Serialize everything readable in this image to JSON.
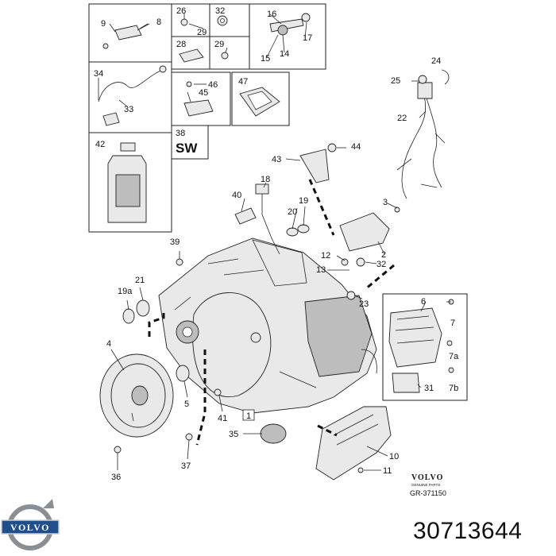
{
  "diagram": {
    "labels": {
      "p1": "1",
      "p2": "2",
      "p3": "3",
      "p4": "4",
      "p5": "5",
      "p6": "6",
      "p7": "7",
      "p7a": "7a",
      "p7b": "7b",
      "p8": "8",
      "p9": "9",
      "p10": "10",
      "p11": "11",
      "p12": "12",
      "p13": "13",
      "p14": "14",
      "p15": "15",
      "p16": "16",
      "p17": "17",
      "p18": "18",
      "p19": "19",
      "p19a": "19a",
      "p20": "20",
      "p21": "21",
      "p22": "22",
      "p23": "23",
      "p24": "24",
      "p25": "25",
      "p26": "26",
      "p28": "28",
      "p29": "29",
      "p29b": "29",
      "p31": "31",
      "p32": "32",
      "p32b": "32",
      "p33": "33",
      "p34": "34",
      "p35": "35",
      "p36": "36",
      "p37": "37",
      "p38": "38",
      "p39": "39",
      "p40": "40",
      "p41": "41",
      "p42": "42",
      "p43": "43",
      "p44": "44",
      "p45": "45",
      "p46": "46",
      "p47": "47"
    },
    "sw_label": "SW",
    "brand_text": "VOLVO",
    "brand_subtext": "GENUINE PARTS",
    "ref_code": "GR-371150"
  },
  "logo": {
    "text": "VOLVO"
  },
  "part_number": "30713644",
  "colors": {
    "logo_blue": "#1f4e8c",
    "logo_ring": "#8a8f96",
    "ink": "#111111"
  }
}
